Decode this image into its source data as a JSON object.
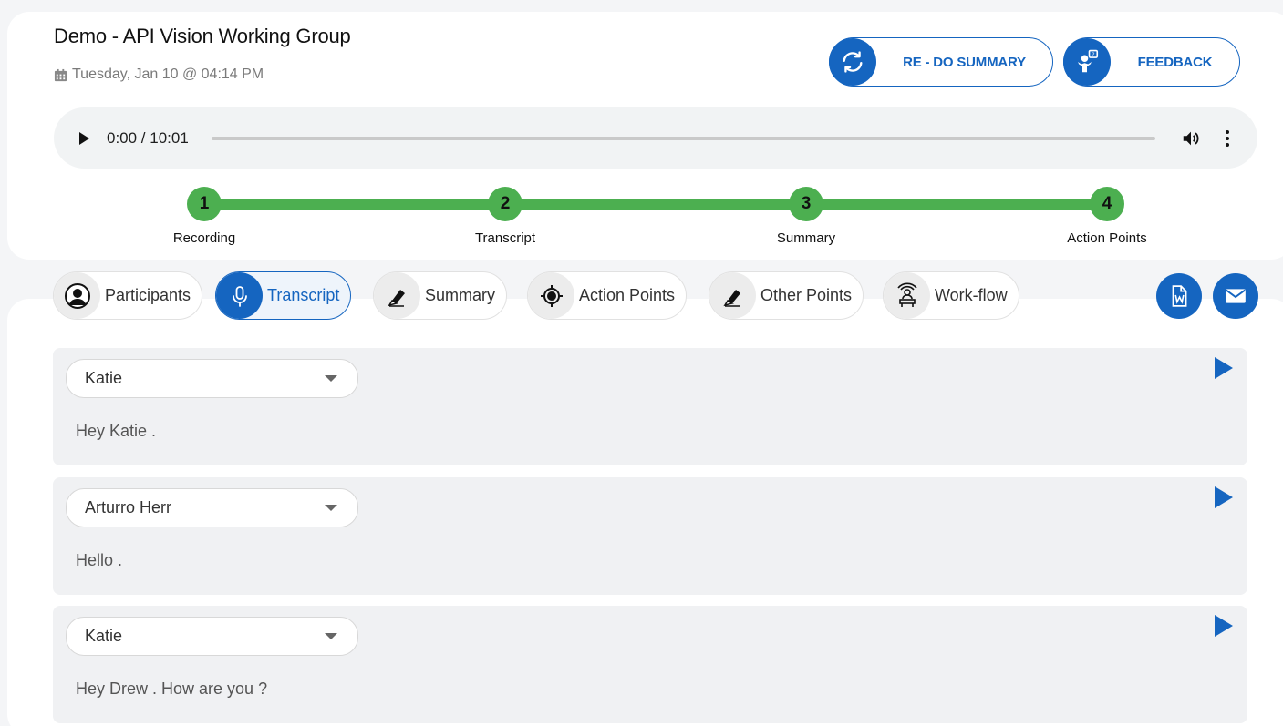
{
  "header": {
    "title": "Demo - API Vision Working Group",
    "date": "Tuesday, Jan 10 @ 04:14 PM",
    "redo_label": "RE - DO SUMMARY",
    "feedback_label": "FEEDBACK"
  },
  "audio": {
    "time": "0:00 / 10:01",
    "progress": 0
  },
  "steps": [
    {
      "num": "1",
      "label": "Recording"
    },
    {
      "num": "2",
      "label": "Transcript"
    },
    {
      "num": "3",
      "label": "Summary"
    },
    {
      "num": "4",
      "label": "Action Points"
    }
  ],
  "tabs": [
    {
      "label": "Participants",
      "icon": "person-icon"
    },
    {
      "label": "Transcript",
      "icon": "microphone-icon",
      "active": true
    },
    {
      "label": "Summary",
      "icon": "pen-icon"
    },
    {
      "label": "Action Points",
      "icon": "target-icon"
    },
    {
      "label": "Other Points",
      "icon": "pen-icon"
    },
    {
      "label": "Work-flow",
      "icon": "workflow-icon"
    }
  ],
  "actions": {
    "word_export": "word-doc-icon",
    "email": "envelope-icon"
  },
  "transcript": [
    {
      "speaker": "Katie",
      "text": "Hey Katie ."
    },
    {
      "speaker": "Arturro Herr",
      "text": "Hello ."
    },
    {
      "speaker": "Katie",
      "text": "Hey Drew . How are you ?"
    }
  ],
  "colors": {
    "primary": "#1565c0",
    "step_green": "#4caf50",
    "entry_bg": "#f0f1f3"
  }
}
